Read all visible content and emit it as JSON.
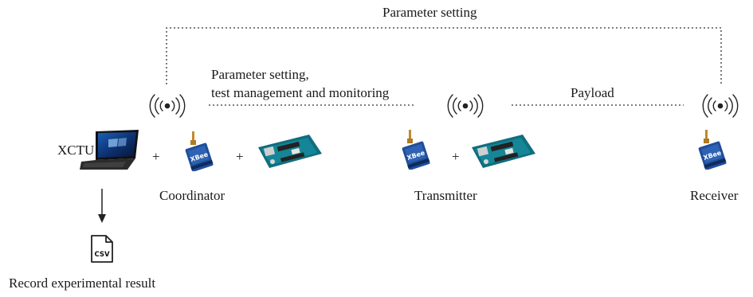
{
  "labels": {
    "top_link": "Parameter setting",
    "coord_link_line1": "Parameter setting,",
    "coord_link_line2": "test management and monitoring",
    "payload_link": "Payload",
    "software": "XCTU",
    "coordinator": "Coordinator",
    "transmitter": "Transmitter",
    "receiver": "Receiver",
    "record": "Record experimental result",
    "csv": "CSV",
    "xbee_text": "XBee",
    "plus": "+"
  },
  "icons": {
    "wireless": "wireless-signal-icon",
    "laptop": "laptop-icon",
    "xbee": "xbee-module-icon",
    "arduino": "arduino-board-icon",
    "csv_file": "csv-file-icon",
    "arrow": "arrow-down-icon"
  },
  "colors": {
    "line": "#333333",
    "pcb_green": "#2e6b4a",
    "arduino_teal": "#0f6e7e",
    "xbee_blue": "#1f4e9a",
    "antenna_gold": "#c08a2e"
  }
}
